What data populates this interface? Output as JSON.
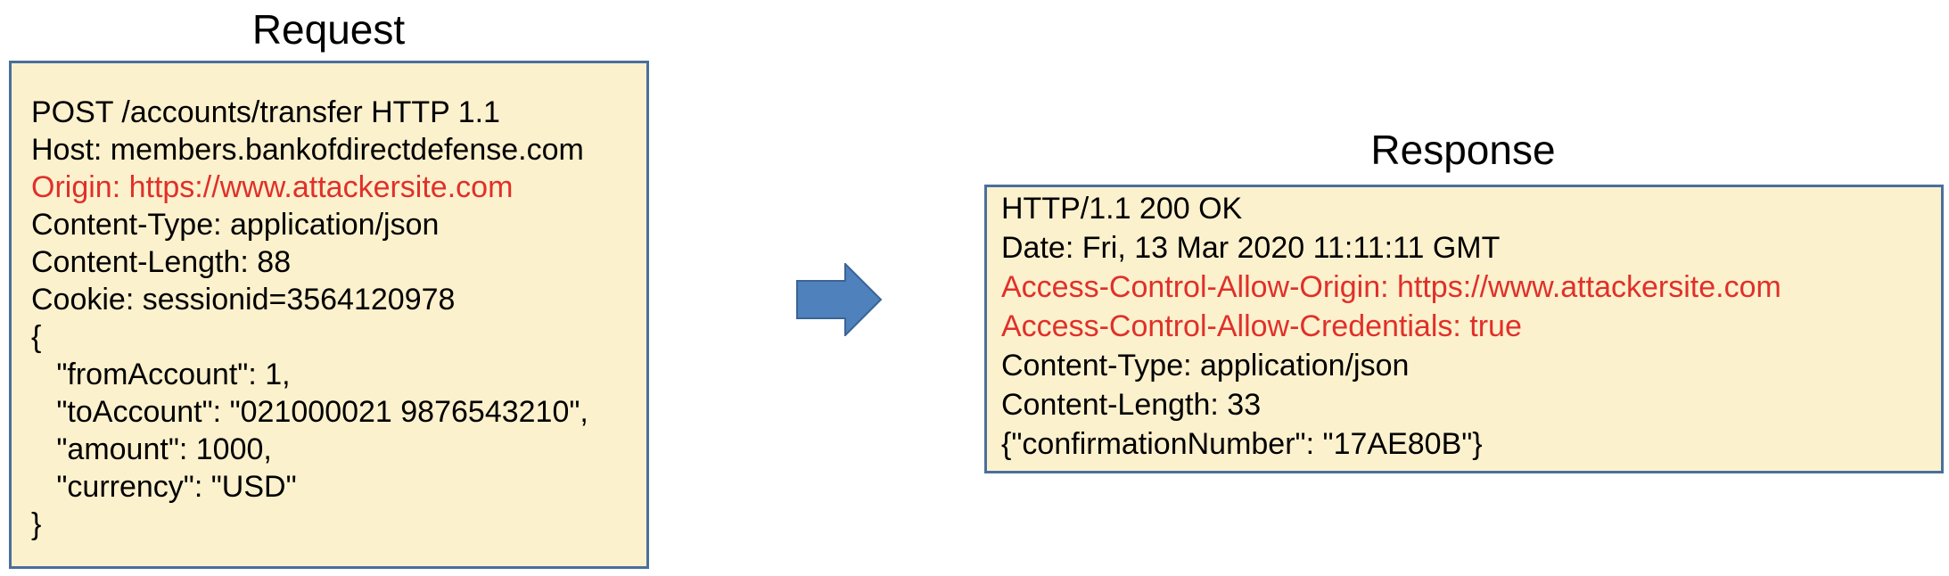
{
  "request": {
    "title": "Request",
    "lines": [
      {
        "text": "POST /accounts/transfer HTTP 1.1",
        "highlight": false
      },
      {
        "text": "Host: members.bankofdirectdefense.com",
        "highlight": false
      },
      {
        "text": "Origin: https://www.attackersite.com",
        "highlight": true
      },
      {
        "text": "Content-Type: application/json",
        "highlight": false
      },
      {
        "text": "Content-Length: 88",
        "highlight": false
      },
      {
        "text": "Cookie: sessionid=3564120978",
        "highlight": false
      },
      {
        "text": "{",
        "highlight": false
      },
      {
        "text": "   \"fromAccount\": 1,",
        "highlight": false
      },
      {
        "text": "   \"toAccount\": \"021000021 9876543210\",",
        "highlight": false
      },
      {
        "text": "   \"amount\": 1000,",
        "highlight": false
      },
      {
        "text": "   \"currency\": \"USD\"",
        "highlight": false
      },
      {
        "text": "}",
        "highlight": false
      }
    ]
  },
  "response": {
    "title": "Response",
    "lines": [
      {
        "text": "HTTP/1.1 200 OK",
        "highlight": false
      },
      {
        "text": "Date: Fri, 13 Mar 2020 11:11:11 GMT",
        "highlight": false
      },
      {
        "text": "Access-Control-Allow-Origin: https://www.attackersite.com",
        "highlight": true
      },
      {
        "text": "Access-Control-Allow-Credentials: true",
        "highlight": true
      },
      {
        "text": "Content-Type: application/json",
        "highlight": false
      },
      {
        "text": "Content-Length: 33",
        "highlight": false
      },
      {
        "text": "{\"confirmationNumber\": \"17AE80B\"}",
        "highlight": false
      }
    ]
  },
  "colors": {
    "box_fill": "#fcf1cd",
    "box_border": "#4a6f9c",
    "highlight_text": "#e0302a",
    "arrow_fill": "#4f81bd",
    "arrow_stroke": "#3b6494"
  },
  "icons": {
    "flow_arrow": "right-arrow-icon"
  }
}
